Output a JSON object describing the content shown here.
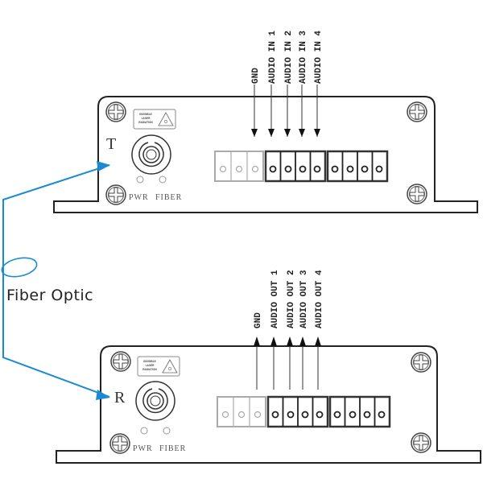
{
  "diagram": {
    "fiber_label": "Fiber Optic",
    "fiber_color": "#1a8ad4",
    "transmitter": {
      "unit_letter": "T",
      "warning_label": [
        "INVISIBLE",
        "LASER",
        "RADIATION"
      ],
      "led_labels": {
        "pwr": "PWR",
        "fiber": "FIBER"
      },
      "terminal_labels": [
        "GND",
        "AUDIO IN 1",
        "AUDIO IN 2",
        "AUDIO IN 3",
        "AUDIO IN 4"
      ],
      "signal_direction": "in"
    },
    "receiver": {
      "unit_letter": "R",
      "warning_label": [
        "INVISIBLE",
        "LASER",
        "RADIATION"
      ],
      "led_labels": {
        "pwr": "PWR",
        "fiber": "FIBER"
      },
      "terminal_labels": [
        "GND",
        "AUDIO OUT 1",
        "AUDIO OUT 2",
        "AUDIO OUT 3",
        "AUDIO OUT 4"
      ],
      "signal_direction": "out"
    }
  }
}
